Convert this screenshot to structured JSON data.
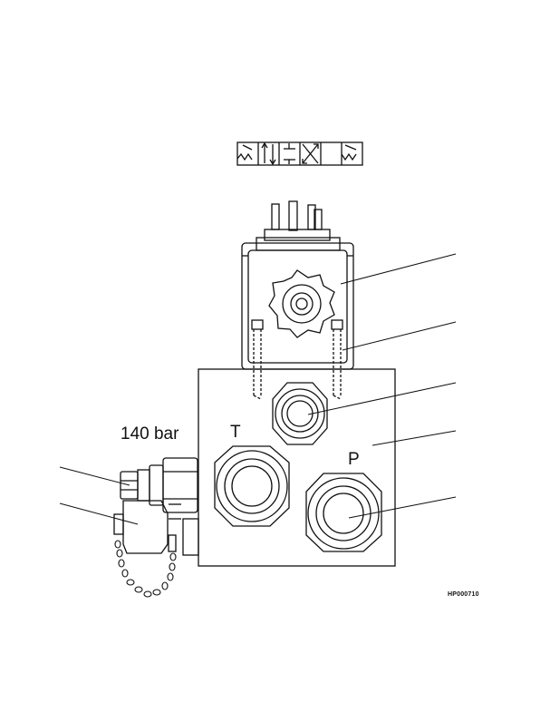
{
  "diagram": {
    "pressure_label": "140 bar",
    "port_t_label": "T",
    "port_p_label": "P",
    "reference_code": "HP000710"
  },
  "colors": {
    "ink": "#111111",
    "paper": "#ffffff"
  }
}
